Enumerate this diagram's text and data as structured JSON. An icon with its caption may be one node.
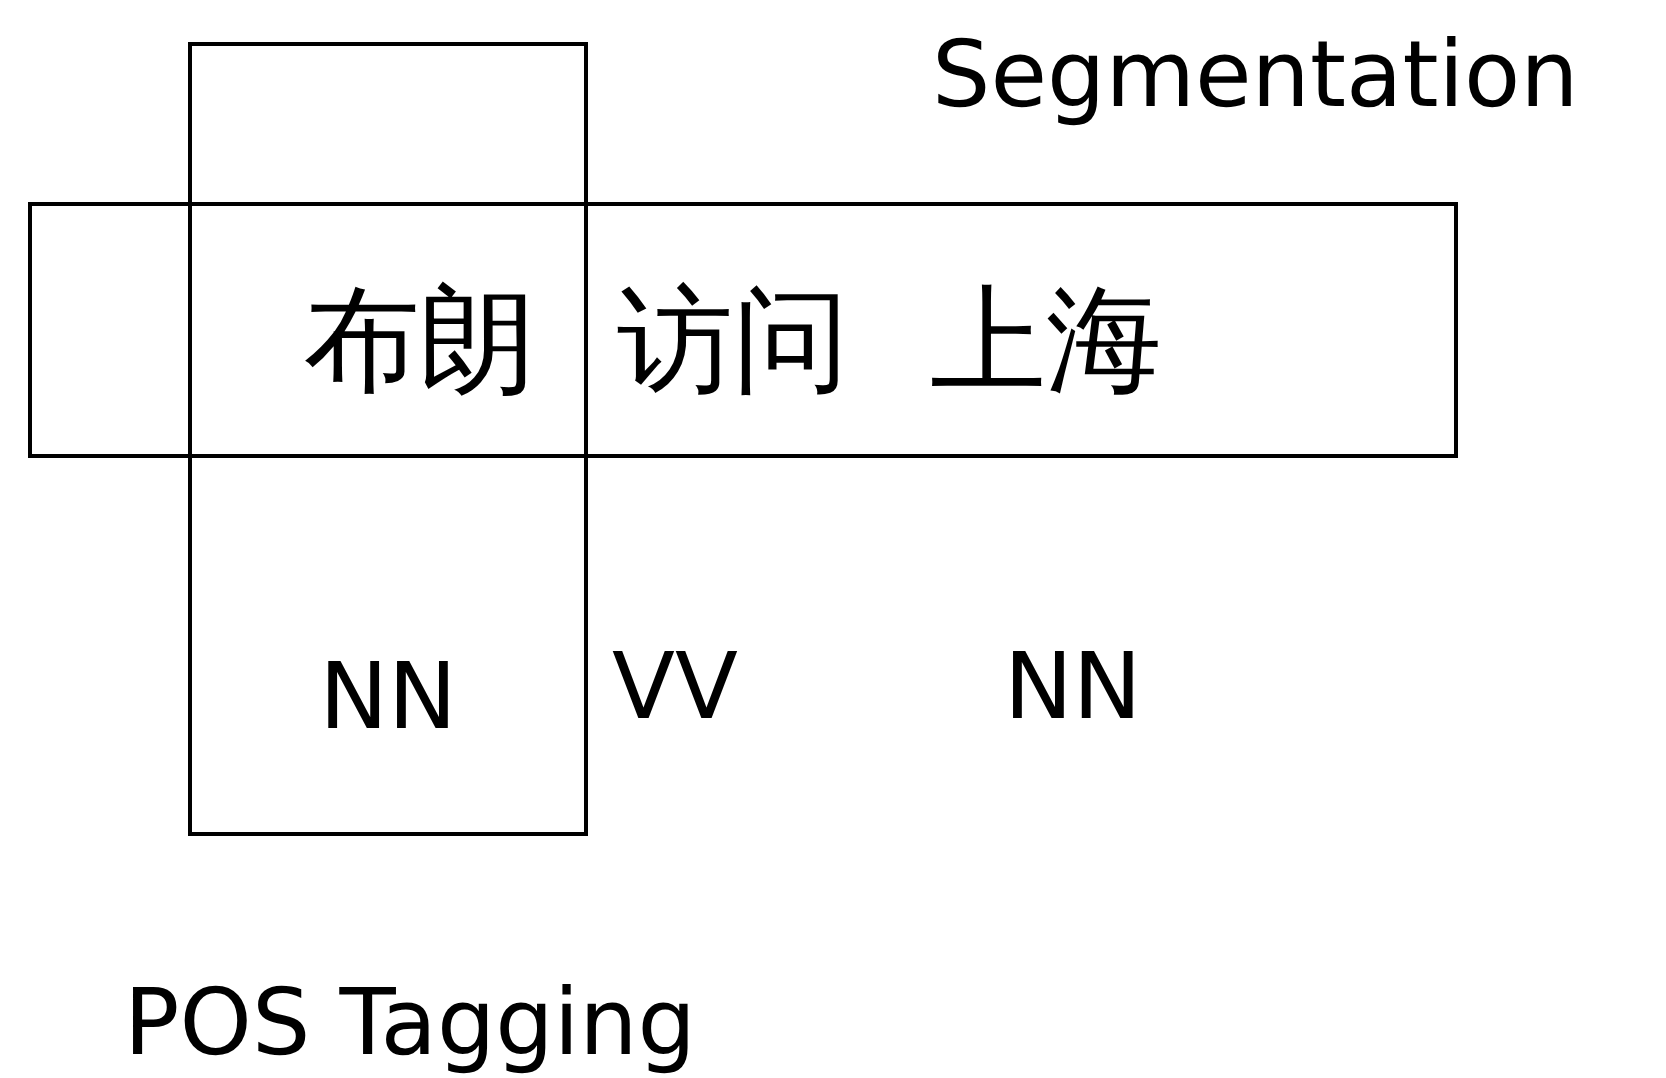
{
  "diagram": {
    "nodes": [
      {
        "text": [
          "布朗 访问 上海"
        ]
      },
      {
        "text": [
          "NN"
        ]
      }
    ],
    "edges": [],
    "labels": [
      "Segmentation",
      "VV",
      "NN",
      "POS Tagging"
    ]
  }
}
